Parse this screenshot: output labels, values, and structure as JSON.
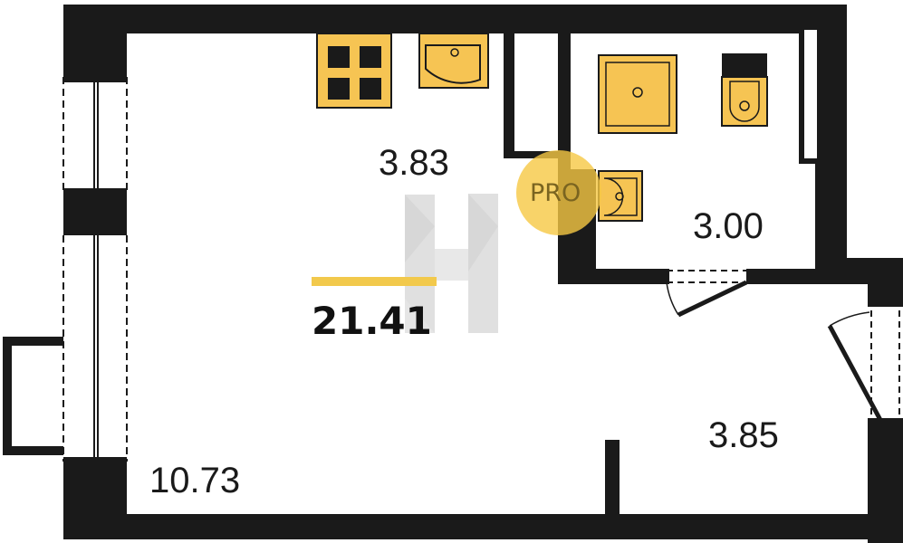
{
  "plan": {
    "total_area": "21.41",
    "rooms": [
      {
        "id": "kitchen",
        "area": "3.83"
      },
      {
        "id": "living",
        "area": "10.73"
      },
      {
        "id": "bathroom",
        "area": "3.00"
      },
      {
        "id": "hallway",
        "area": "3.85"
      }
    ],
    "watermark": {
      "badge_text": "PRO",
      "logo_letter": "H"
    },
    "colors": {
      "wall": "#1a1a1a",
      "fixture_fill": "#f6c453",
      "accent": "#f2c94c",
      "badge": "#f6c844",
      "watermark": "#c8c8c8"
    }
  }
}
